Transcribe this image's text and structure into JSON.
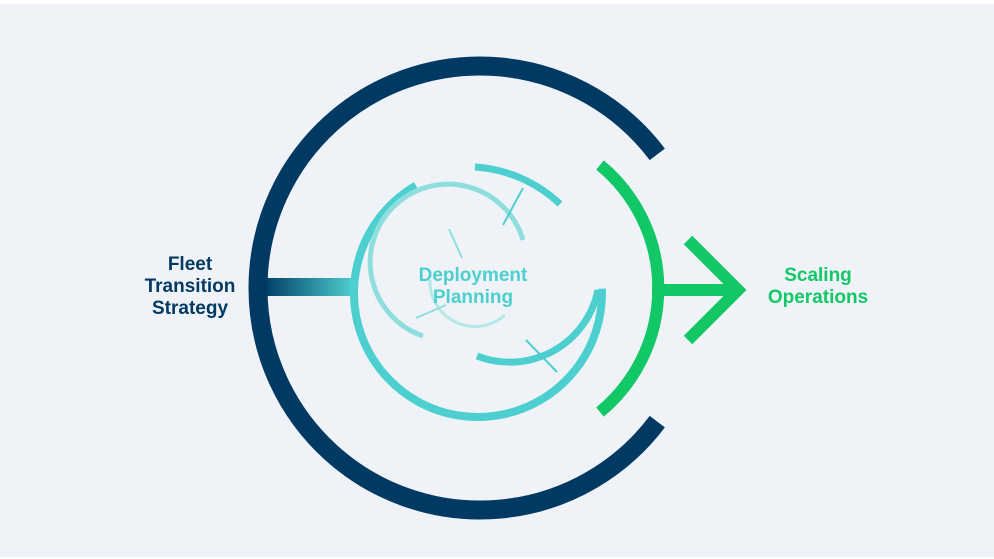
{
  "colors": {
    "background": "#eff3f8",
    "navy": "#003a63",
    "teal": "#4dcfcf",
    "teal_light": "#8fdede",
    "green": "#12c765"
  },
  "labels": {
    "left": {
      "line1": "Fleet",
      "line2": "Transition",
      "line3": "Strategy"
    },
    "center": {
      "line1": "Deployment",
      "line2": "Planning"
    },
    "right": {
      "line1": "Scaling",
      "line2": "Operations"
    }
  },
  "icons": {
    "arrow": "arrow-right-icon"
  }
}
